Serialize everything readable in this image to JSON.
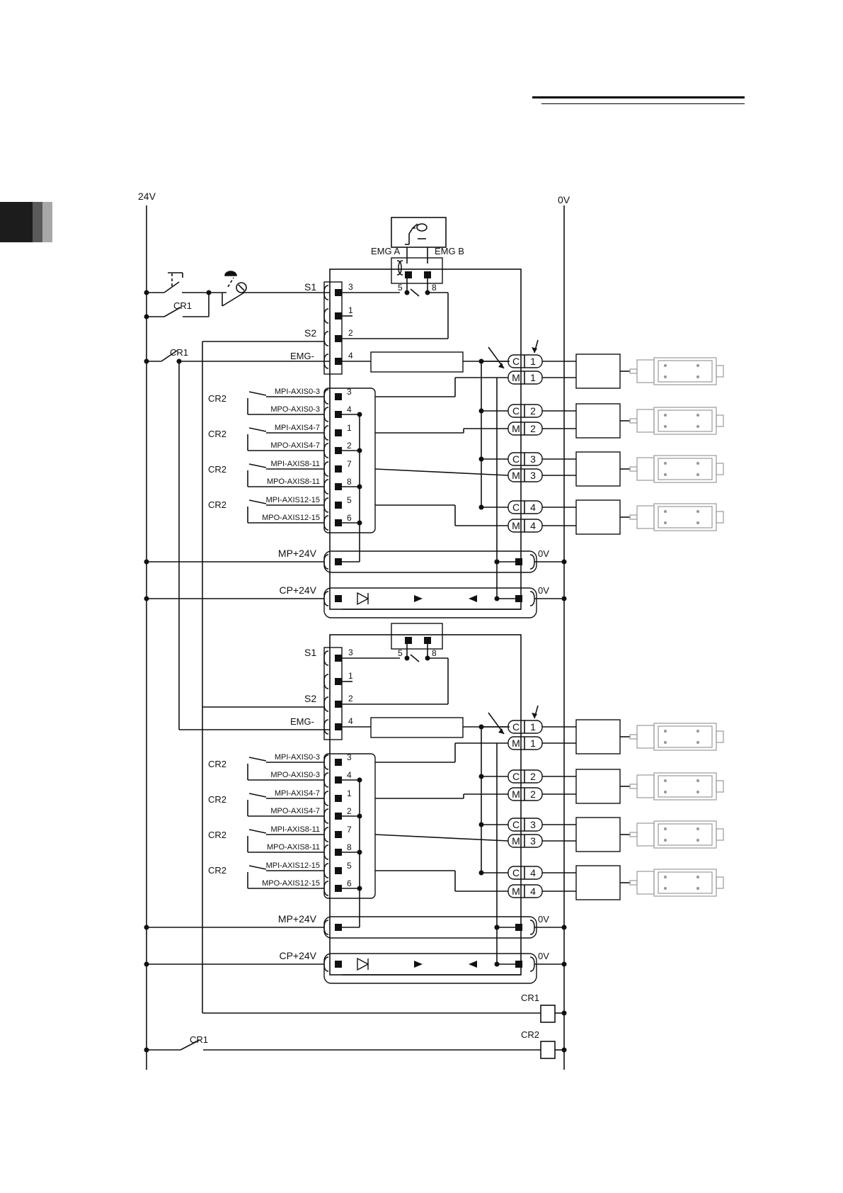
{
  "rails": {
    "positive": "24V",
    "negative": "0V"
  },
  "emg_switch": {
    "a": "EMG A",
    "b": "EMG B"
  },
  "relays": {
    "cr1": "CR1",
    "cr2": "CR2"
  },
  "units": [
    {
      "s1": "S1",
      "s2": "S2",
      "emg": "EMG-",
      "s_pins": [
        "3",
        "1",
        "2",
        "4"
      ],
      "emg_pins": [
        "5",
        "8"
      ],
      "io_groups": [
        {
          "relay": "CR2",
          "in": "MPI-AXIS0-3",
          "out": "MPO-AXIS0-3",
          "pin_in": "3",
          "pin_out": "4"
        },
        {
          "relay": "CR2",
          "in": "MPI-AXIS4-7",
          "out": "MPO-AXIS4-7",
          "pin_in": "1",
          "pin_out": "2"
        },
        {
          "relay": "CR2",
          "in": "MPI-AXIS8-11",
          "out": "MPO-AXIS8-11",
          "pin_in": "7",
          "pin_out": "8"
        },
        {
          "relay": "CR2",
          "in": "MPI-AXIS12-15",
          "out": "MPO-AXIS12-15",
          "pin_in": "5",
          "pin_out": "6"
        }
      ],
      "mp": "MP+24V",
      "cp": "CP+24V",
      "zero": "0V",
      "channels": [
        "1",
        "2",
        "3",
        "4"
      ],
      "c_letter": "C",
      "m_letter": "M"
    },
    {
      "s1": "S1",
      "s2": "S2",
      "emg": "EMG-",
      "s_pins": [
        "3",
        "1",
        "2",
        "4"
      ],
      "emg_pins": [
        "5",
        "8"
      ],
      "io_groups": [
        {
          "relay": "CR2",
          "in": "MPI-AXIS0-3",
          "out": "MPO-AXIS0-3",
          "pin_in": "3",
          "pin_out": "4"
        },
        {
          "relay": "CR2",
          "in": "MPI-AXIS4-7",
          "out": "MPO-AXIS4-7",
          "pin_in": "1",
          "pin_out": "2"
        },
        {
          "relay": "CR2",
          "in": "MPI-AXIS8-11",
          "out": "MPO-AXIS8-11",
          "pin_in": "7",
          "pin_out": "8"
        },
        {
          "relay": "CR2",
          "in": "MPI-AXIS12-15",
          "out": "MPO-AXIS12-15",
          "pin_in": "5",
          "pin_out": "6"
        }
      ],
      "mp": "MP+24V",
      "cp": "CP+24V",
      "zero": "0V",
      "channels": [
        "1",
        "2",
        "3",
        "4"
      ],
      "c_letter": "C",
      "m_letter": "M"
    }
  ],
  "coils": [
    "CR1",
    "CR2"
  ],
  "colors": {
    "ink": "#111111",
    "tab_dark": "#1c1c1c",
    "tab_mid": "#5a5a5a",
    "tab_light": "#a8a8a8",
    "motor": "#9a9a9a"
  }
}
